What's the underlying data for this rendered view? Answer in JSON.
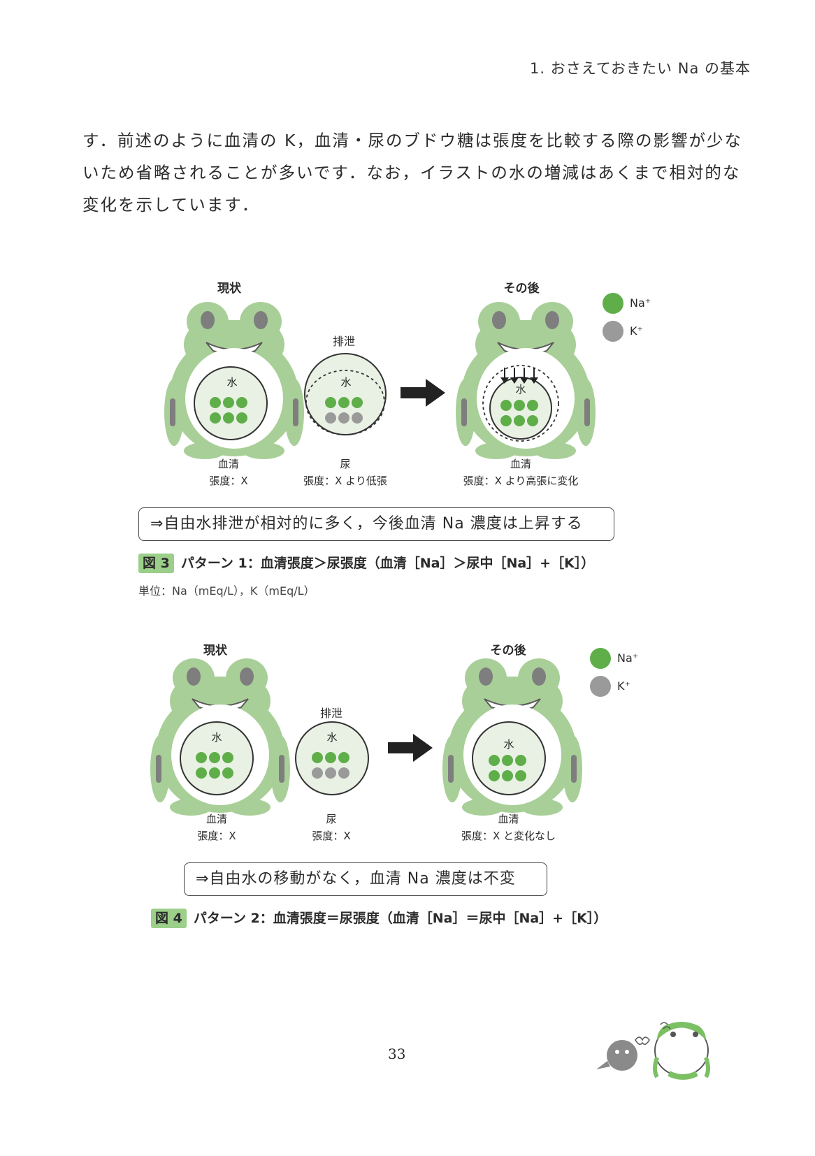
{
  "header": {
    "title": "1. おさえておきたい Na の基本"
  },
  "body": {
    "lines": [
      "す．前述のように血清の K，血清・尿のブドウ糖は張度を比較する際の影響が少な",
      "いため省略されることが多いです．なお，イラストの水の増減はあくまで相対的な",
      "変化を示しています．"
    ]
  },
  "legend": {
    "na_label": "Na⁺",
    "k_label": "K⁺",
    "na_color": "#5fae4a",
    "k_color": "#9a9a9a"
  },
  "figure3": {
    "before_label": "現状",
    "after_label": "その後",
    "excretion_label": "排泄",
    "water_label": "水",
    "serum_label": "血清",
    "serum_tonicity": "張度：X",
    "urine_label": "尿",
    "urine_tonicity": "張度：X より低張",
    "after_serum_label": "血清",
    "after_tonicity": "張度：X より高張に変化",
    "result": "⇒自由水排泄が相対的に多く，今後血清 Na 濃度は上昇する",
    "caption_tag": "図 3",
    "caption": "パターン 1：血清張度＞尿張度（血清［Na］＞尿中［Na］+［K］）",
    "unit": "単位：Na（mEq/L），K（mEq/L）"
  },
  "figure4": {
    "before_label": "現状",
    "after_label": "その後",
    "excretion_label": "排泄",
    "water_label": "水",
    "serum_label": "血清",
    "serum_tonicity": "張度：X",
    "urine_label": "尿",
    "urine_tonicity": "張度：X",
    "after_serum_label": "血清",
    "after_tonicity": "張度：X と変化なし",
    "result": "⇒自由水の移動がなく，血清 Na 濃度は不変",
    "caption_tag": "図 4",
    "caption": "パターン 2：血清張度＝尿張度（血清［Na］＝尿中［Na］+［K］）"
  },
  "footer": {
    "page_number": "33"
  }
}
